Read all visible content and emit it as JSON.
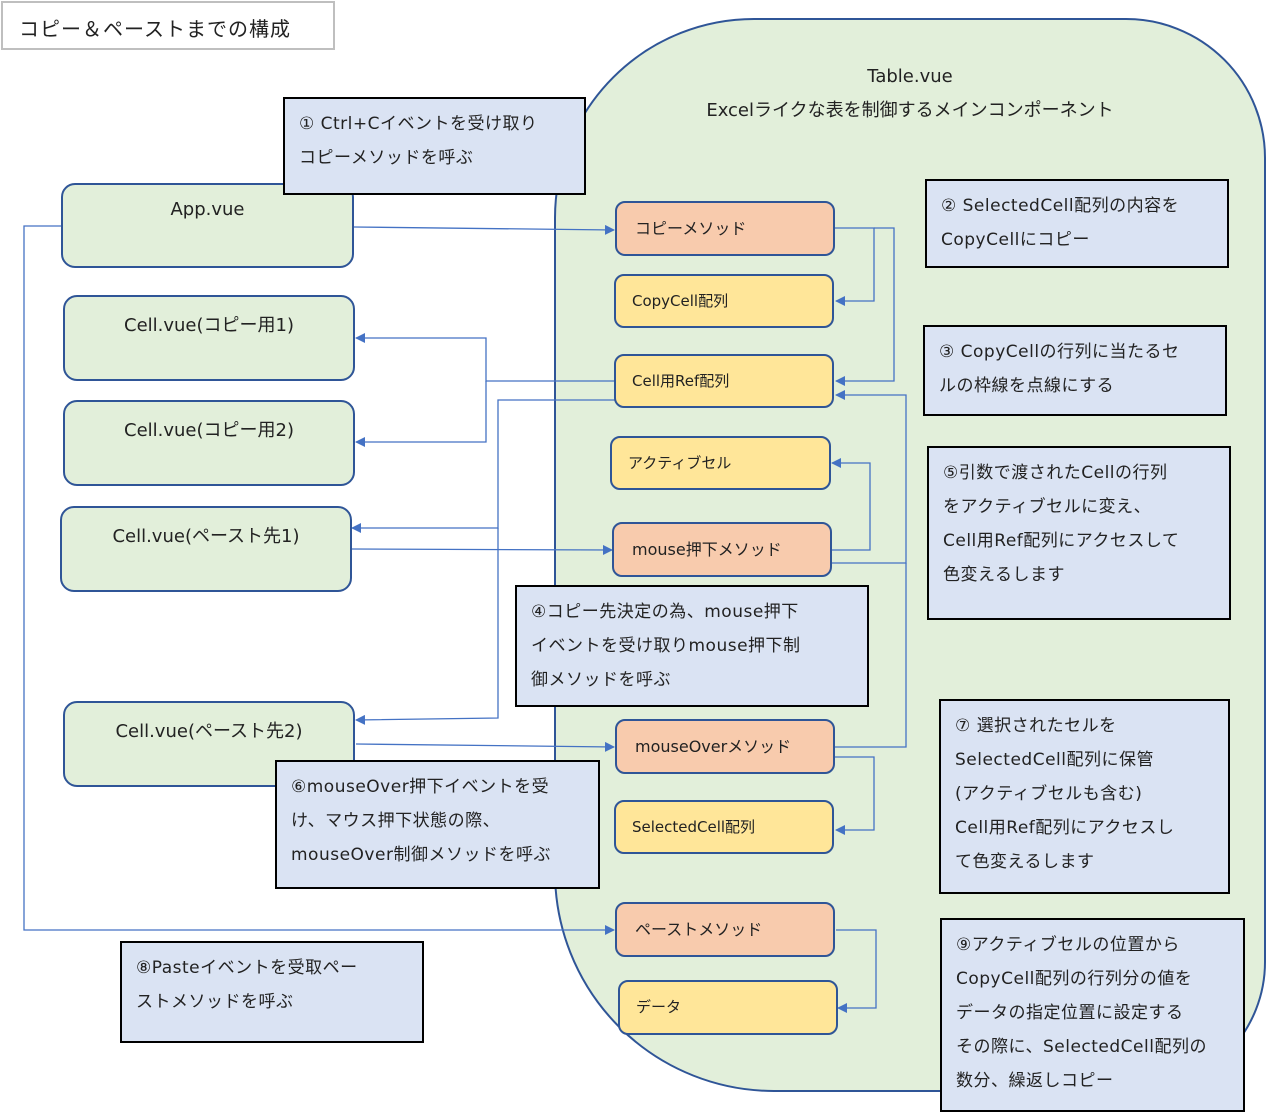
{
  "title": "コピー＆ペーストまでの構成",
  "table_component": {
    "name": "Table.vue",
    "description": "Excelライクな表を制御するメインコンポーネント"
  },
  "components": {
    "app": "App.vue",
    "cell_copy1": "Cell.vue(コピー用1)",
    "cell_copy2": "Cell.vue(コピー用2)",
    "cell_paste1": "Cell.vue(ペースト先1)",
    "cell_paste2": "Cell.vue(ペースト先2)"
  },
  "methods": {
    "copy": "コピーメソッド",
    "mouse_down": "mouse押下メソッド",
    "mouse_over": "mouseOverメソッド",
    "paste": "ペーストメソッド"
  },
  "stores": {
    "copy_cell": "CopyCell配列",
    "cell_ref": "Cell用Ref配列",
    "active_cell": "アクティブセル",
    "selected_cell": "SelectedCell配列",
    "data": "データ"
  },
  "notes": {
    "n1": [
      "① Ctrl+Cイベントを受け取り",
      "コピーメソッドを呼ぶ"
    ],
    "n2": [
      "② SelectedCell配列の内容を",
      "CopyCellにコピー"
    ],
    "n3": [
      "③ CopyCellの行列に当たるセ",
      "ルの枠線を点線にする"
    ],
    "n4": [
      "④コピー先決定の為、mouse押下",
      "イベントを受け取りmouse押下制",
      "御メソッドを呼ぶ"
    ],
    "n5": [
      "⑤引数で渡されたCellの行列",
      "をアクティブセルに変え、",
      "Cell用Ref配列にアクセスして",
      "色変えるします"
    ],
    "n6": [
      "⑥mouseOver押下イベントを受",
      "け、マウス押下状態の際、",
      "mouseOver制御メソッドを呼ぶ"
    ],
    "n7": [
      "⑦ 選択されたセルを",
      "SelectedCell配列に保管",
      "(アクティブセルも含む)",
      "Cell用Ref配列にアクセスし",
      "て色変えるします"
    ],
    "n8": [
      "⑧Pasteイベントを受取ペー",
      "ストメソッドを呼ぶ"
    ],
    "n9": [
      "⑨アクティブセルの位置から",
      "CopyCell配列の行列分の値を",
      "データの指定位置に設定する",
      "その際に、SelectedCell配列の",
      "数分、繰返しコピー"
    ]
  },
  "colors": {
    "component_fill": "#e2efda",
    "method_fill": "#f8cbad",
    "store_fill": "#ffe699",
    "note_fill": "#dae3f3",
    "border": "#2f5597",
    "connector": "#4472c4"
  }
}
